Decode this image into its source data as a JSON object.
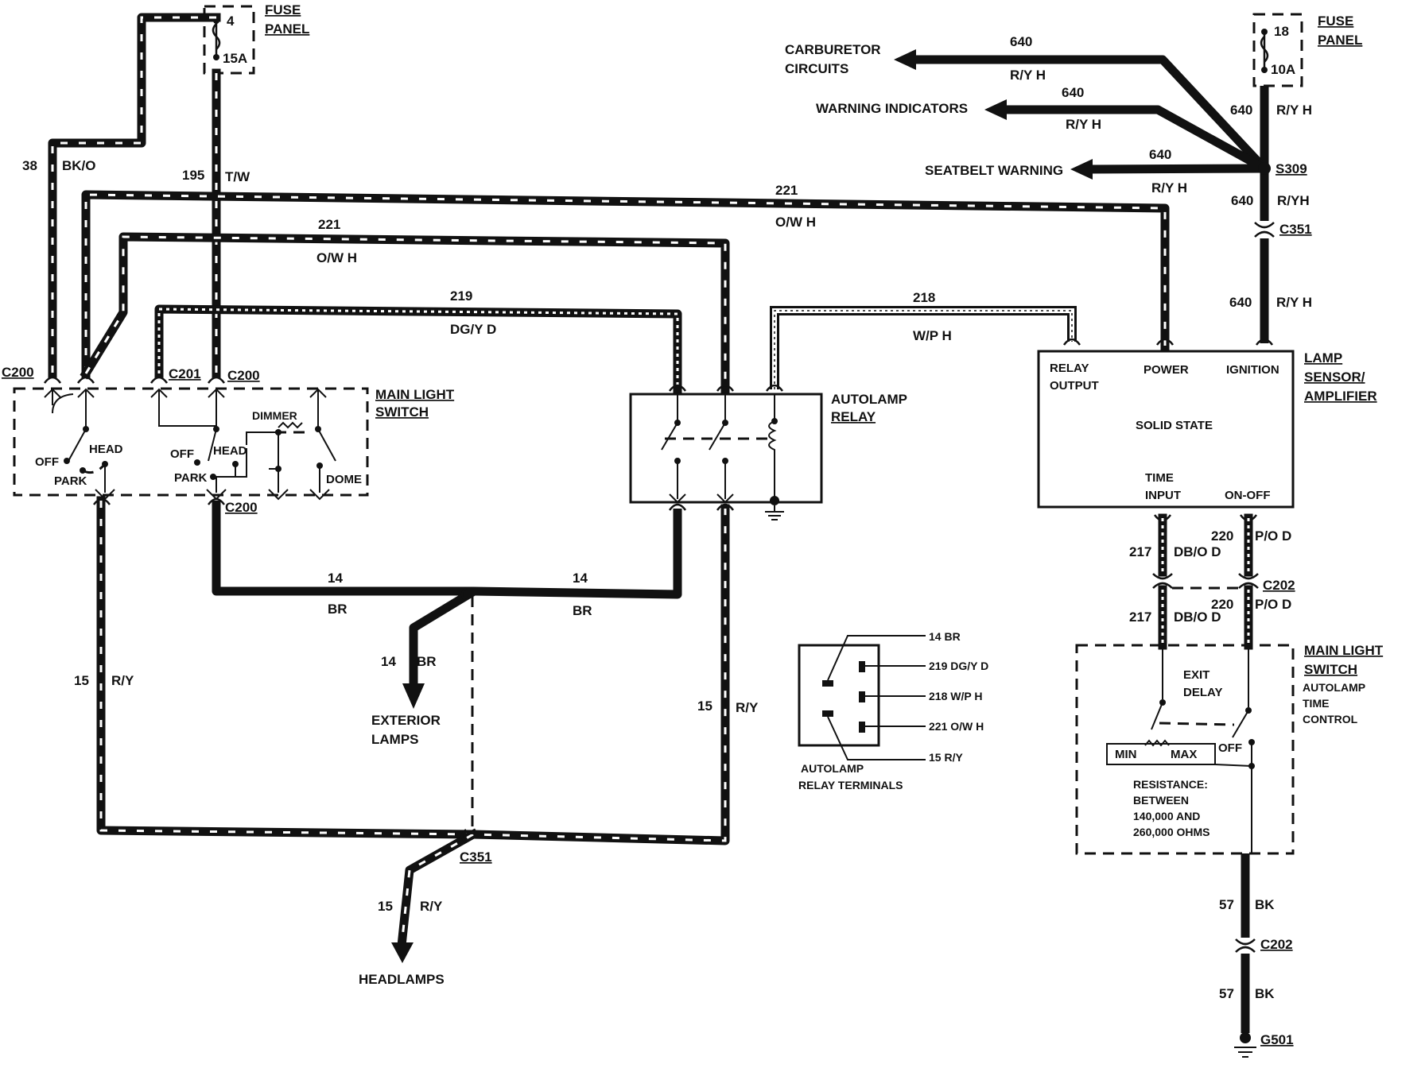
{
  "fuse_panel_left": {
    "label_line1": "FUSE",
    "label_line2": "PANEL",
    "fuse_number": "4",
    "fuse_rating": "15A"
  },
  "fuse_panel_right": {
    "label_line1": "FUSE",
    "label_line2": "PANEL",
    "fuse_number": "18",
    "fuse_rating": "10A"
  },
  "wires": {
    "w38": {
      "number": "38",
      "color": "BK/O"
    },
    "w195": {
      "number": "195",
      "color": "T/W"
    },
    "w221_upper": {
      "number": "221",
      "color": "O/W H"
    },
    "w221_lower": {
      "number": "221",
      "color": "O/W H"
    },
    "w219": {
      "number": "219",
      "color": "DG/Y D"
    },
    "w218": {
      "number": "218",
      "color": "W/P H"
    },
    "w640_carb": {
      "number": "640",
      "color": "R/Y H"
    },
    "w640_warn": {
      "number": "640",
      "color": "R/Y H"
    },
    "w640_seat": {
      "number": "640",
      "color": "R/Y H"
    },
    "w640_fuse": {
      "number": "640",
      "color": "R/Y H"
    },
    "w640_s309": {
      "number": "640",
      "color": "R/YH"
    },
    "w640_lamp": {
      "number": "640",
      "color": "R/Y H"
    },
    "w14_left": {
      "number": "14",
      "color": "BR"
    },
    "w14_right": {
      "number": "14",
      "color": "BR"
    },
    "w14_ext": {
      "number": "14",
      "color": "BR"
    },
    "w15_left": {
      "number": "15",
      "color": "R/Y"
    },
    "w15_right": {
      "number": "15",
      "color": "R/Y"
    },
    "w15_head": {
      "number": "15",
      "color": "R/Y"
    },
    "w217_upper": {
      "number": "217",
      "color": "DB/O D"
    },
    "w217_lower": {
      "number": "217",
      "color": "DB/O D"
    },
    "w220_upper": {
      "number": "220",
      "color": "P/O D"
    },
    "w220_lower": {
      "number": "220",
      "color": "P/O D"
    },
    "w57_upper": {
      "number": "57",
      "color": "BK"
    },
    "w57_lower": {
      "number": "57",
      "color": "BK"
    }
  },
  "destinations": {
    "carburetor_line1": "CARBURETOR",
    "carburetor_line2": "CIRCUITS",
    "warning": "WARNING INDICATORS",
    "seatbelt": "SEATBELT WARNING",
    "exterior_line1": "EXTERIOR",
    "exterior_line2": "LAMPS",
    "headlamps": "HEADLAMPS"
  },
  "connectors": {
    "c200_left": "C200",
    "c201": "C201",
    "c200_mid": "C200",
    "c200_bottom": "C200",
    "s309": "S309",
    "c351_right": "C351",
    "c351_bottom": "C351",
    "c202_upper": "C202",
    "c202_lower": "C202",
    "g501": "G501"
  },
  "main_light_switch": {
    "title_line1": "MAIN LIGHT",
    "title_line2": "SWITCH",
    "off_1": "OFF",
    "head_1": "HEAD",
    "park_1": "PARK",
    "off_2": "OFF",
    "head_2": "HEAD",
    "park_2": "PARK",
    "dimmer": "DIMMER",
    "dome": "DOME"
  },
  "autolamp_relay": {
    "title_line1": "AUTOLAMP",
    "title_line2": "RELAY"
  },
  "lamp_sensor": {
    "title_line1": "LAMP",
    "title_line2": "SENSOR/",
    "title_line3": "AMPLIFIER",
    "relay_output_line1": "RELAY",
    "relay_output_line2": "OUTPUT",
    "power": "POWER",
    "ignition": "IGNITION",
    "solid_state": "SOLID STATE",
    "time_input_line1": "TIME",
    "time_input_line2": "INPUT",
    "on_off": "ON-OFF"
  },
  "relay_terminals": {
    "caption_line1": "AUTOLAMP",
    "caption_line2": "RELAY TERMINALS",
    "t1": "14 BR",
    "t2": "219 DG/Y D",
    "t3": "218 W/P H",
    "t4": "221 O/W H",
    "t5": "15 R/Y"
  },
  "time_control": {
    "title_line1": "MAIN LIGHT",
    "title_line2": "SWITCH",
    "sub_line1": "AUTOLAMP",
    "sub_line2": "TIME",
    "sub_line3": "CONTROL",
    "exit_line1": "EXIT",
    "exit_line2": "DELAY",
    "min": "MIN",
    "max": "MAX",
    "off": "OFF",
    "res_line1": "RESISTANCE:",
    "res_line2": "BETWEEN",
    "res_line3": "140,000 AND",
    "res_line4": "260,000 OHMS"
  }
}
